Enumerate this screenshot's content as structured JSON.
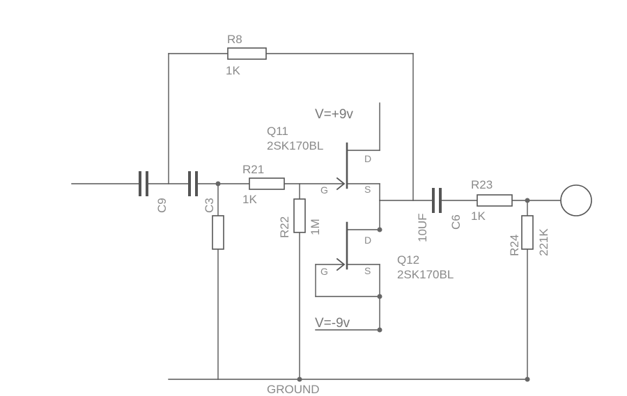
{
  "diagram": {
    "type": "electronic-schematic",
    "colors": {
      "wire": "#555555",
      "label": "#8a8a8a",
      "background": "#ffffff"
    },
    "components": {
      "R8": {
        "ref": "R8",
        "value": "1K"
      },
      "R21": {
        "ref": "R21",
        "value": "1K"
      },
      "R22": {
        "ref": "R22",
        "value": "1M"
      },
      "R23": {
        "ref": "R23",
        "value": "1K"
      },
      "R24": {
        "ref": "R24",
        "value": "221K"
      },
      "C9": {
        "ref": "C9"
      },
      "C3": {
        "ref": "C3"
      },
      "C6": {
        "ref": "C6",
        "value": "10UF"
      },
      "Q11": {
        "ref": "Q11",
        "part": "2SK170BL",
        "gate": "G",
        "drain": "D",
        "source": "S"
      },
      "Q12": {
        "ref": "Q12",
        "part": "2SK170BL",
        "gate": "G",
        "drain": "D",
        "source": "S"
      }
    },
    "supplies": {
      "positive": "V=+9v",
      "negative": "V=-9v"
    },
    "ground_label": "GROUND",
    "output_icon": "output-jack-circle"
  }
}
